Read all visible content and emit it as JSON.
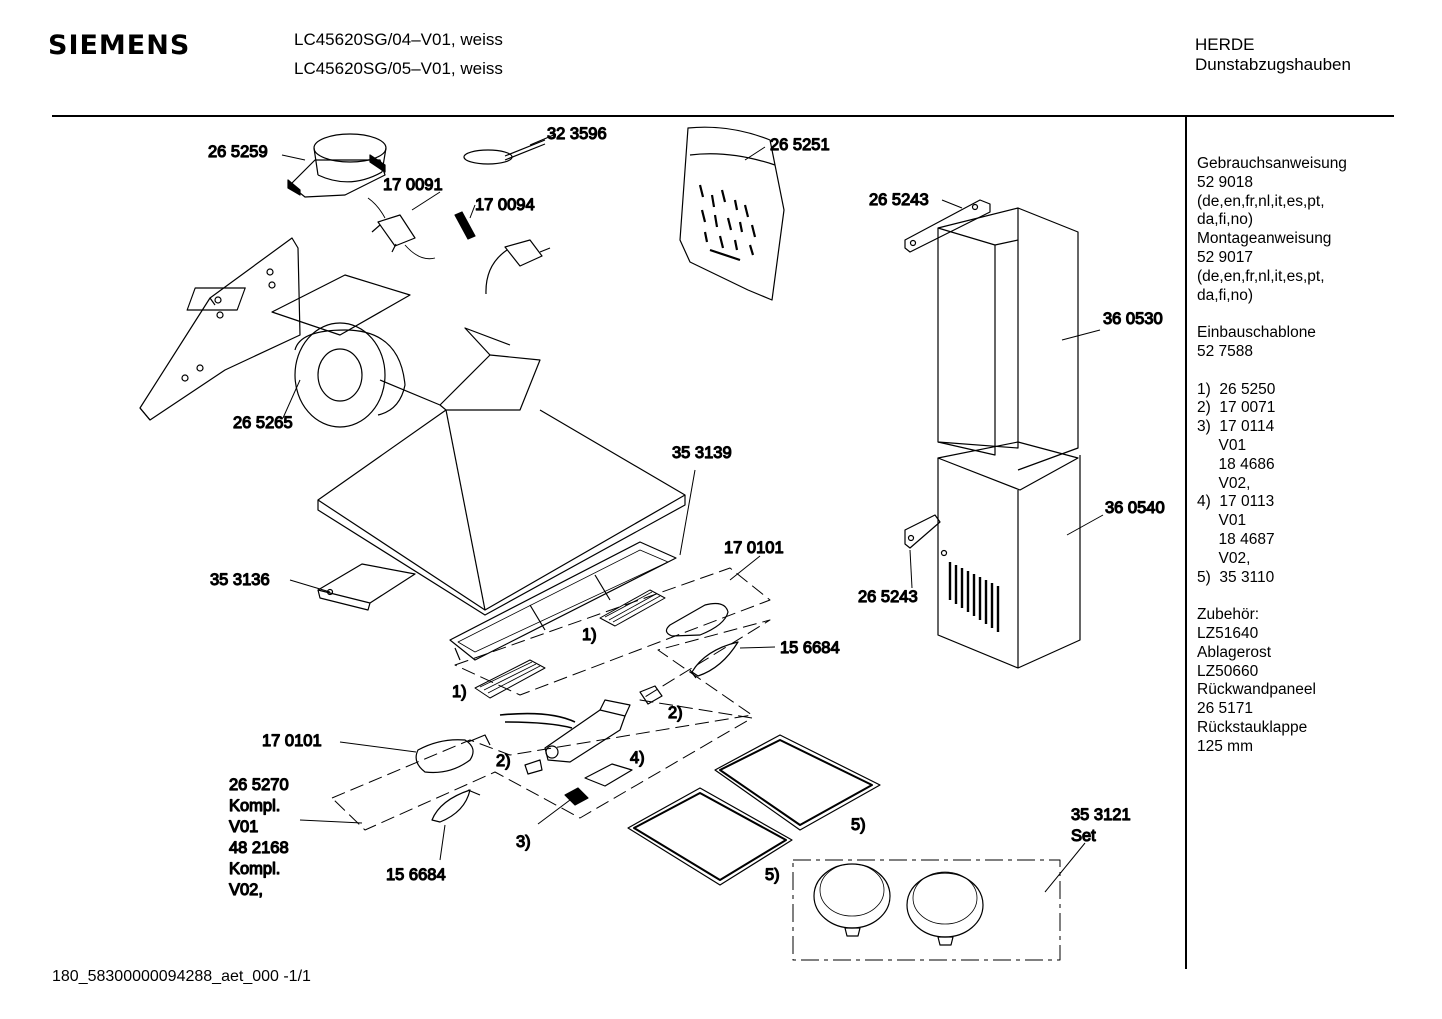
{
  "header": {
    "brand": "SIEMENS",
    "models": [
      "LC45620SG/04–V01, weiss",
      "LC45620SG/05–V01, weiss"
    ],
    "category": [
      "HERDE",
      "Dunstabzugshauben"
    ]
  },
  "side_panel": [
    "Gebrauchsanweisung",
    "52 9018",
    "(de,en,fr,nl,it,es,pt,",
    "da,fi,no)",
    "Montageanweisung",
    "52 9017",
    "(de,en,fr,nl,it,es,pt,",
    "da,fi,no)",
    "",
    "Einbauschablone",
    "52 7588",
    "",
    "1)  26 5250",
    "2)  17 0071",
    "3)  17 0114",
    "     V01",
    "     18 4686",
    "     V02,",
    "4)  17 0113",
    "     V01",
    "     18 4687",
    "     V02,",
    "5)  35 3110",
    "",
    "Zubehör:",
    "LZ51640",
    "Ablagerost",
    "LZ50660",
    "Rückwandpaneel",
    "26 5171",
    "Rückstauklappe",
    "125 mm"
  ],
  "parts": {
    "p265259": "26 5259",
    "p323596": "32 3596",
    "p170091": "17 0091",
    "p170094": "17 0094",
    "p265251": "26 5251",
    "p265243a": "26 5243",
    "p360530": "36 0530",
    "p265265": "26 5265",
    "p353139": "35 3139",
    "p360540": "36 0540",
    "p170101a": "17 0101",
    "p353136": "35 3136",
    "p265243b": "26 5243",
    "p156684a": "15 6684",
    "ref1a": "1)",
    "ref1b": "1)",
    "ref2a": "2)",
    "ref2b": "2)",
    "ref3": "3)",
    "ref4": "4)",
    "ref5a": "5)",
    "ref5b": "5)",
    "p170101b": "17 0101",
    "p265270_lines": [
      "26 5270",
      "Kompl.",
      "V01",
      "48 2168",
      "Kompl.",
      "V02,"
    ],
    "p156684b": "15 6684",
    "p353121": "35 3121",
    "set": "Set"
  },
  "footer": "180_58300000094288_aet_000  -1/1"
}
